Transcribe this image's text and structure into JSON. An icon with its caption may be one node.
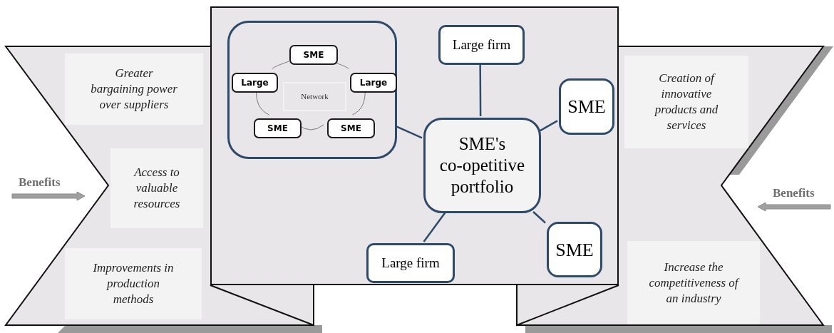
{
  "diagram": {
    "nodes": [
      {
        "text": [
          "Greater bargaining power over suppliers"
        ]
      },
      {
        "text": [
          "Access to valuable resources"
        ]
      },
      {
        "text": [
          "Improvements in production methods"
        ]
      },
      {
        "text": [],
        "shape": "box"
      },
      {
        "text": [],
        "shape": "box",
        "in": 3
      },
      {
        "text": [
          "SME"
        ],
        "in": 4
      },
      {
        "text": [
          "Large"
        ],
        "in": 4
      },
      {
        "text": [
          "Large"
        ],
        "in": 4
      },
      {
        "text": [
          "Network"
        ],
        "in": 4
      },
      {
        "text": [
          "SME"
        ],
        "in": 4
      },
      {
        "text": [
          "SME"
        ],
        "in": 4
      },
      {
        "text": [
          "SME's co-opetitive portfolio"
        ],
        "in": 3
      },
      {
        "text": [
          "Large firm"
        ],
        "in": 3
      },
      {
        "text": [
          "SME"
        ],
        "in": 3
      },
      {
        "text": [
          "SME"
        ],
        "in": 3
      },
      {
        "text": [
          "Large firm"
        ],
        "in": 3
      },
      {
        "text": [
          "Creation of innovative products and services"
        ]
      },
      {
        "text": [
          "Increase the competitiveness of an industry"
        ]
      }
    ],
    "edges": [
      {
        "from": 5,
        "to": 7,
        "arrow": "none",
        "color": "#7a7a7a"
      },
      {
        "from": 7,
        "to": 10,
        "arrow": "none",
        "color": "#7a7a7a"
      },
      {
        "from": 10,
        "to": 9,
        "arrow": "none",
        "color": "#7a7a7a"
      },
      {
        "from": 9,
        "to": 6,
        "arrow": "none",
        "color": "#7a7a7a"
      },
      {
        "from": 6,
        "to": 5,
        "arrow": "none",
        "color": "#7a7a7a"
      },
      {
        "from": 11,
        "to": 4,
        "arrow": "none"
      },
      {
        "from": 11,
        "to": 12,
        "arrow": "none"
      },
      {
        "from": 11,
        "to": 13,
        "arrow": "none"
      },
      {
        "from": 11,
        "to": 14,
        "arrow": "none"
      },
      {
        "from": 11,
        "to": 15,
        "arrow": "none"
      }
    ],
    "labels": [
      "Benefits",
      "Benefits"
    ]
  }
}
